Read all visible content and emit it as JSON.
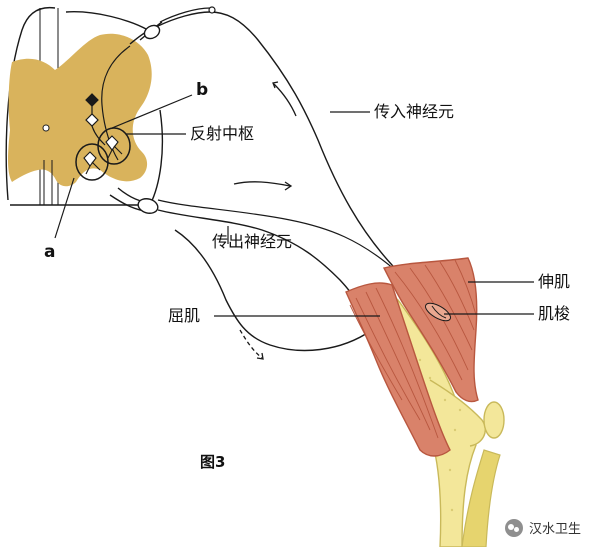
{
  "labels": {
    "afferent_neuron": "传入神经元",
    "reflex_center": "反射中枢",
    "efferent_neuron": "传出神经元",
    "flexor": "屈肌",
    "extensor": "伸肌",
    "muscle_spindle": "肌梭",
    "a": "a",
    "b": "b"
  },
  "caption": "图3",
  "watermark": "汉水卫生",
  "colors": {
    "grey_matter": "#D9B35C",
    "muscle": "#D9826A",
    "muscle_dark": "#B8573F",
    "bone": "#F3E79A",
    "bone_edge": "#C9B95A",
    "line": "#1a1a1a"
  }
}
